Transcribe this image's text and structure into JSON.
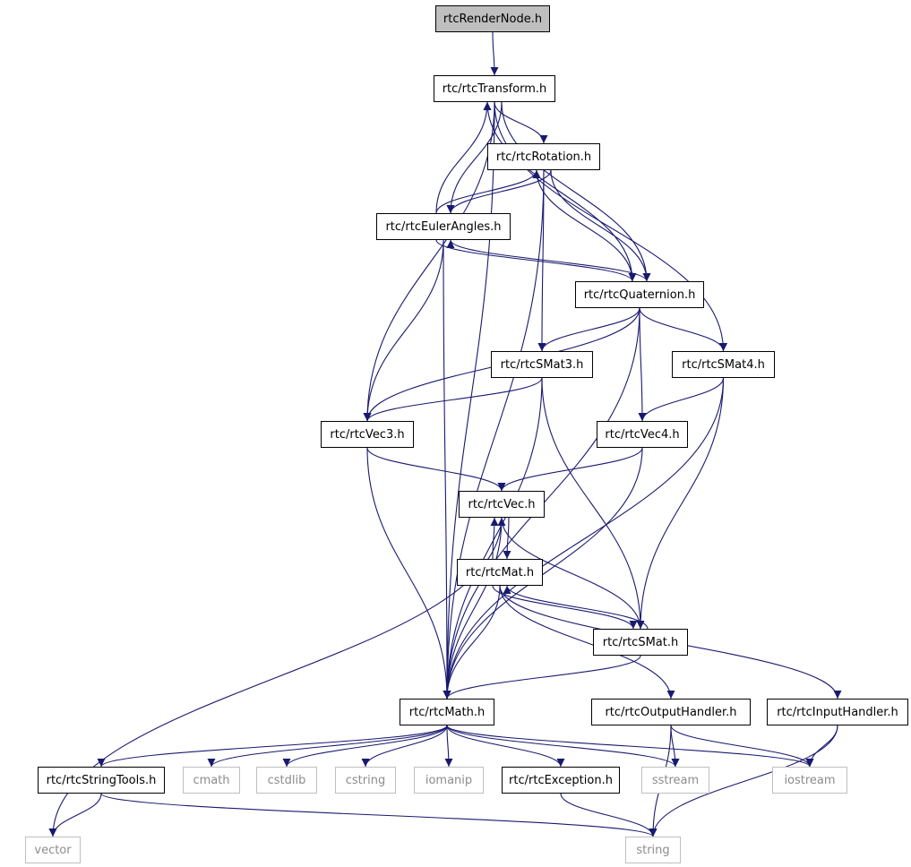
{
  "colors": {
    "edge": "#191970",
    "root_fill": "#bfbfbf",
    "internal_border": "#000000",
    "external_border": "#bfbfbf",
    "external_text": "#8c8c8c"
  },
  "nodes": [
    {
      "id": "rendernode",
      "label": "rtcRenderNode.h",
      "kind": "root"
    },
    {
      "id": "transform",
      "label": "rtc/rtcTransform.h",
      "kind": "internal"
    },
    {
      "id": "rotation",
      "label": "rtc/rtcRotation.h",
      "kind": "internal"
    },
    {
      "id": "euler",
      "label": "rtc/rtcEulerAngles.h",
      "kind": "internal"
    },
    {
      "id": "quaternion",
      "label": "rtc/rtcQuaternion.h",
      "kind": "internal"
    },
    {
      "id": "smat3",
      "label": "rtc/rtcSMat3.h",
      "kind": "internal"
    },
    {
      "id": "smat4",
      "label": "rtc/rtcSMat4.h",
      "kind": "internal"
    },
    {
      "id": "vec3",
      "label": "rtc/rtcVec3.h",
      "kind": "internal"
    },
    {
      "id": "vec4",
      "label": "rtc/rtcVec4.h",
      "kind": "internal"
    },
    {
      "id": "vec",
      "label": "rtc/rtcVec.h",
      "kind": "internal"
    },
    {
      "id": "mat",
      "label": "rtc/rtcMat.h",
      "kind": "internal"
    },
    {
      "id": "smat",
      "label": "rtc/rtcSMat.h",
      "kind": "internal"
    },
    {
      "id": "math",
      "label": "rtc/rtcMath.h",
      "kind": "internal"
    },
    {
      "id": "output",
      "label": "rtc/rtcOutputHandler.h",
      "kind": "internal"
    },
    {
      "id": "input",
      "label": "rtc/rtcInputHandler.h",
      "kind": "internal"
    },
    {
      "id": "stringtools",
      "label": "rtc/rtcStringTools.h",
      "kind": "internal"
    },
    {
      "id": "cmath",
      "label": "cmath",
      "kind": "external"
    },
    {
      "id": "cstdlib",
      "label": "cstdlib",
      "kind": "external"
    },
    {
      "id": "cstring",
      "label": "cstring",
      "kind": "external"
    },
    {
      "id": "iomanip",
      "label": "iomanip",
      "kind": "external"
    },
    {
      "id": "exception",
      "label": "rtc/rtcException.h",
      "kind": "internal"
    },
    {
      "id": "sstream",
      "label": "sstream",
      "kind": "external"
    },
    {
      "id": "iostream",
      "label": "iostream",
      "kind": "external"
    },
    {
      "id": "vector",
      "label": "vector",
      "kind": "external"
    },
    {
      "id": "string",
      "label": "string",
      "kind": "external"
    }
  ],
  "edges": [
    [
      "rendernode",
      "transform"
    ],
    [
      "transform",
      "rotation"
    ],
    [
      "transform",
      "euler"
    ],
    [
      "transform",
      "quaternion"
    ],
    [
      "transform",
      "smat4"
    ],
    [
      "transform",
      "vec3"
    ],
    [
      "transform",
      "math"
    ],
    [
      "rotation",
      "euler"
    ],
    [
      "rotation",
      "quaternion"
    ],
    [
      "rotation",
      "smat3"
    ],
    [
      "rotation",
      "math"
    ],
    [
      "euler",
      "transform"
    ],
    [
      "euler",
      "rotation"
    ],
    [
      "euler",
      "quaternion"
    ],
    [
      "euler",
      "vec3"
    ],
    [
      "euler",
      "math"
    ],
    [
      "quaternion",
      "transform"
    ],
    [
      "quaternion",
      "rotation"
    ],
    [
      "quaternion",
      "euler"
    ],
    [
      "quaternion",
      "smat3"
    ],
    [
      "quaternion",
      "smat4"
    ],
    [
      "quaternion",
      "vec3"
    ],
    [
      "quaternion",
      "vec4"
    ],
    [
      "quaternion",
      "math"
    ],
    [
      "smat3",
      "vec3"
    ],
    [
      "smat3",
      "smat"
    ],
    [
      "smat3",
      "math"
    ],
    [
      "smat4",
      "vec4"
    ],
    [
      "smat4",
      "smat"
    ],
    [
      "smat4",
      "math"
    ],
    [
      "vec3",
      "vec"
    ],
    [
      "vec3",
      "math"
    ],
    [
      "vec4",
      "vec"
    ],
    [
      "vec4",
      "math"
    ],
    [
      "vec",
      "mat"
    ],
    [
      "vec",
      "math"
    ],
    [
      "vec",
      "vector"
    ],
    [
      "mat",
      "vec"
    ],
    [
      "mat",
      "smat"
    ],
    [
      "mat",
      "math"
    ],
    [
      "mat",
      "output"
    ],
    [
      "mat",
      "input"
    ],
    [
      "smat",
      "vec"
    ],
    [
      "smat",
      "mat"
    ],
    [
      "smat",
      "math"
    ],
    [
      "math",
      "stringtools"
    ],
    [
      "math",
      "cmath"
    ],
    [
      "math",
      "cstdlib"
    ],
    [
      "math",
      "cstring"
    ],
    [
      "math",
      "iomanip"
    ],
    [
      "math",
      "exception"
    ],
    [
      "math",
      "sstream"
    ],
    [
      "math",
      "iostream"
    ],
    [
      "output",
      "sstream"
    ],
    [
      "output",
      "iostream"
    ],
    [
      "output",
      "string"
    ],
    [
      "input",
      "iostream"
    ],
    [
      "input",
      "string"
    ],
    [
      "stringtools",
      "vector"
    ],
    [
      "stringtools",
      "string"
    ],
    [
      "exception",
      "string"
    ]
  ]
}
